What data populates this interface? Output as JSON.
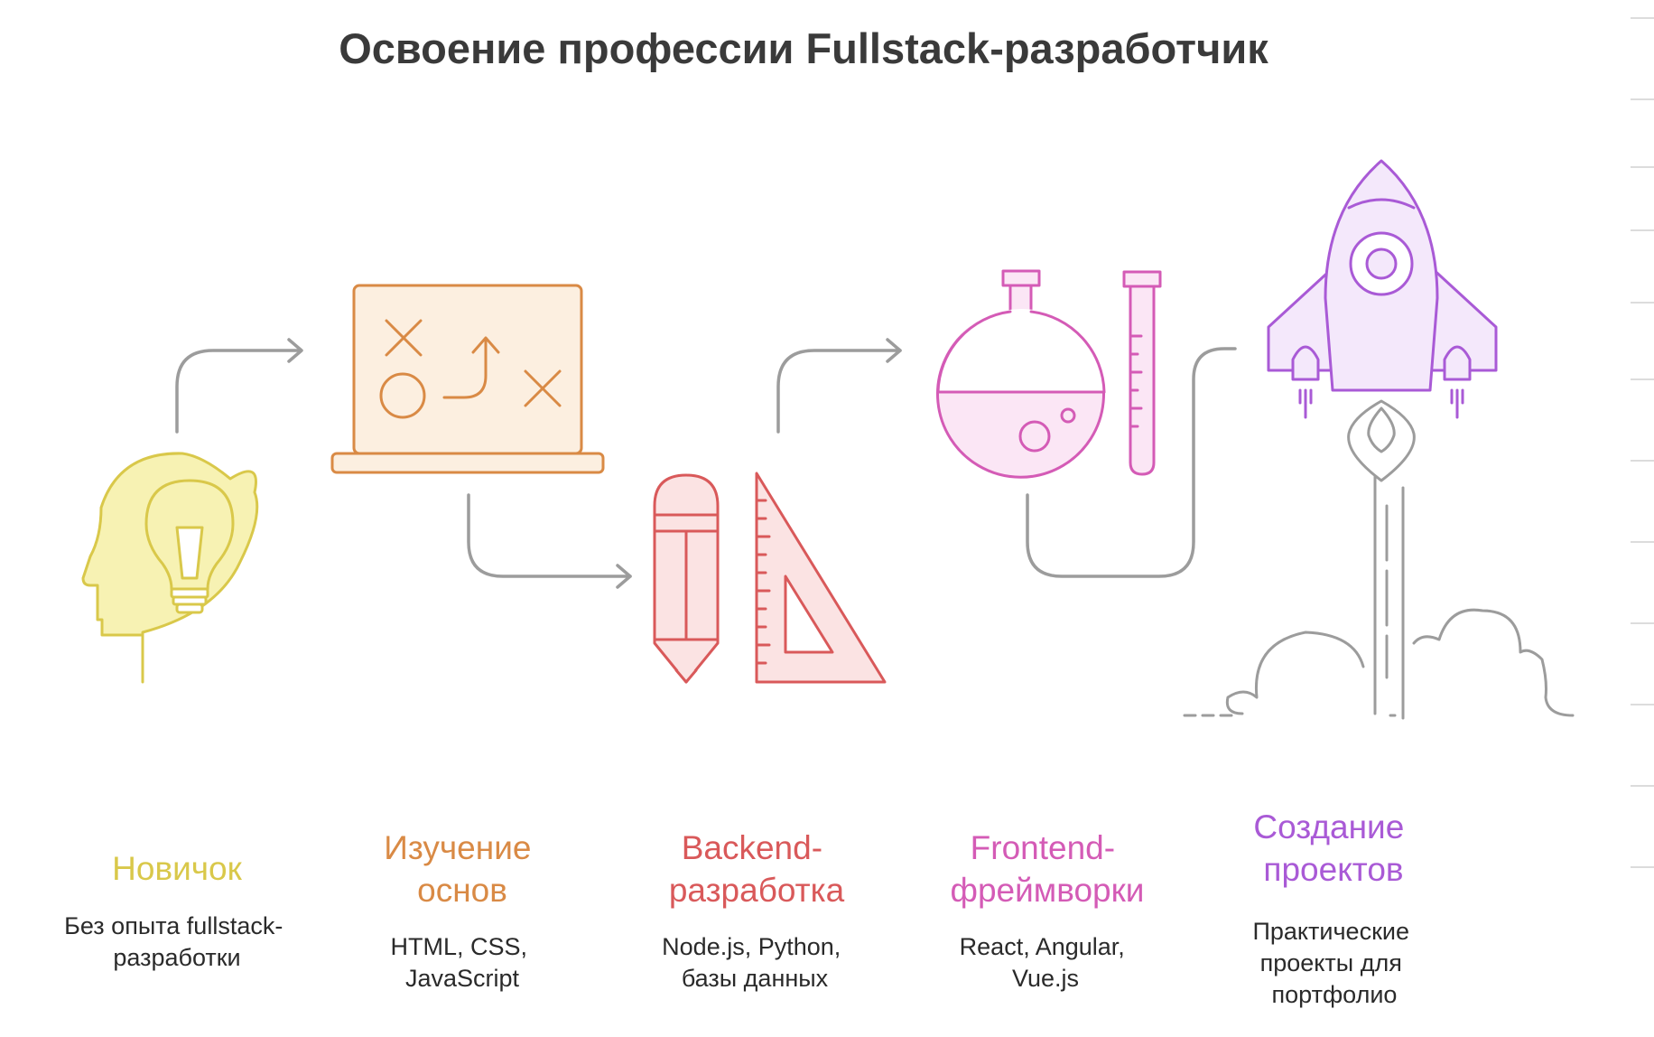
{
  "title": "Освоение профессии Fullstack-разработчик",
  "stages": [
    {
      "title_lines": [
        "Новичок"
      ],
      "desc_lines": [
        "Без опыта fullstack-",
        "разработки"
      ],
      "color": "#d9c84a",
      "fill": "#f7f2b3",
      "icon": "head-lightbulb-icon"
    },
    {
      "title_lines": [
        "Изучение",
        "основ"
      ],
      "desc_lines": [
        "HTML, CSS,",
        "JavaScript"
      ],
      "color": "#d98a45",
      "fill": "#fcefe0",
      "icon": "strategy-board-icon"
    },
    {
      "title_lines": [
        "Backend-",
        "разработка"
      ],
      "desc_lines": [
        "Node.js, Python,",
        "базы данных"
      ],
      "color": "#d9595a",
      "fill": "#fbe3e3",
      "icon": "pencil-ruler-icon"
    },
    {
      "title_lines": [
        "Frontend-",
        "фреймворки"
      ],
      "desc_lines": [
        "React, Angular,",
        "Vue.js"
      ],
      "color": "#d45bb6",
      "fill": "#fbe6f5",
      "icon": "flask-testtube-icon"
    },
    {
      "title_lines": [
        "Создание",
        "проектов"
      ],
      "desc_lines": [
        "Практические",
        "проекты для",
        "портфолио"
      ],
      "color": "#a95ad6",
      "fill": "#f4e8fb",
      "icon": "rocket-launch-icon"
    }
  ]
}
